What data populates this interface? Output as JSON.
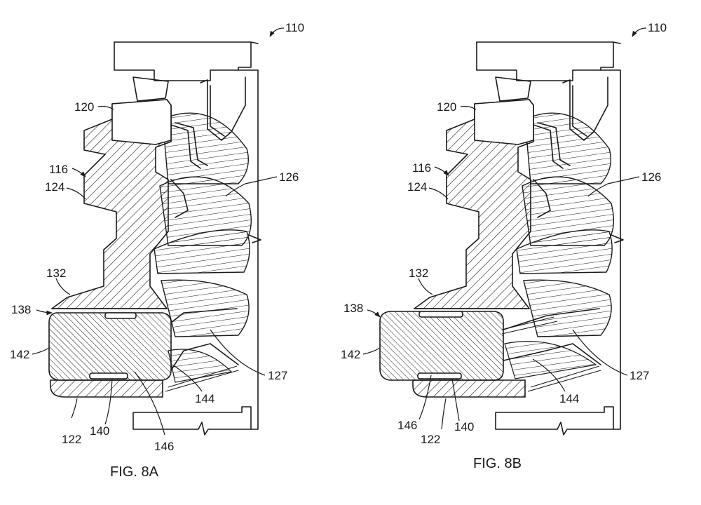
{
  "figures": [
    {
      "caption": "FIG. 8A",
      "labels": {
        "ref_110": "110",
        "ref_120": "120",
        "ref_116": "116",
        "ref_124": "124",
        "ref_126": "126",
        "ref_132": "132",
        "ref_138": "138",
        "ref_142": "142",
        "ref_127": "127",
        "ref_144": "144",
        "ref_122": "122",
        "ref_140": "140",
        "ref_146": "146"
      }
    },
    {
      "caption": "FIG. 8B",
      "labels": {
        "ref_110": "110",
        "ref_120": "120",
        "ref_116": "116",
        "ref_124": "124",
        "ref_126": "126",
        "ref_132": "132",
        "ref_138": "138",
        "ref_142": "142",
        "ref_127": "127",
        "ref_144": "144",
        "ref_146": "146",
        "ref_122": "122",
        "ref_140": "140"
      }
    }
  ]
}
